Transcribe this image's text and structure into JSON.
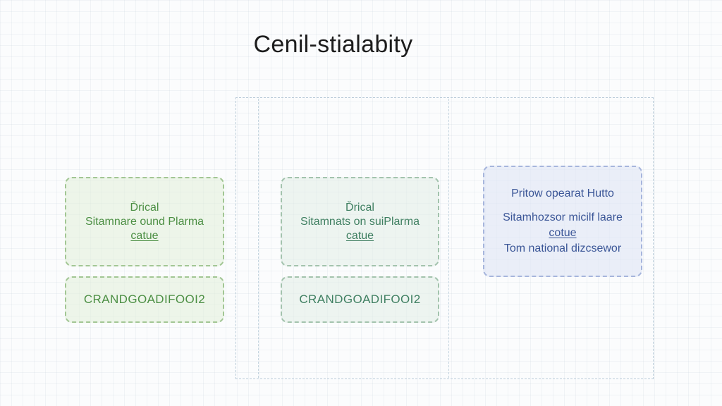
{
  "title": "Cenil-stialabity",
  "colors": {
    "green": "#4c8f44",
    "teal": "#3f7f61",
    "blue": "#3b5697",
    "frame": "#b9cbd8"
  },
  "left": {
    "card": {
      "line1": "Ďrical",
      "line2": "Sitamnare ound Plarma",
      "line3": "catue"
    },
    "code": "CRANDGOADIFOOI2"
  },
  "middle": {
    "card": {
      "line1": "Ďrical",
      "line2": "Sitamnats on suiPlarma",
      "line3": "catue"
    },
    "code": "CRANDGOADIFOOI2"
  },
  "right": {
    "card": {
      "line1": "Pritow opearat Hutto",
      "line2": "Sitamhozsor micilf laare",
      "line3": "cotue",
      "line4": "Tom national dizcsewor"
    }
  }
}
